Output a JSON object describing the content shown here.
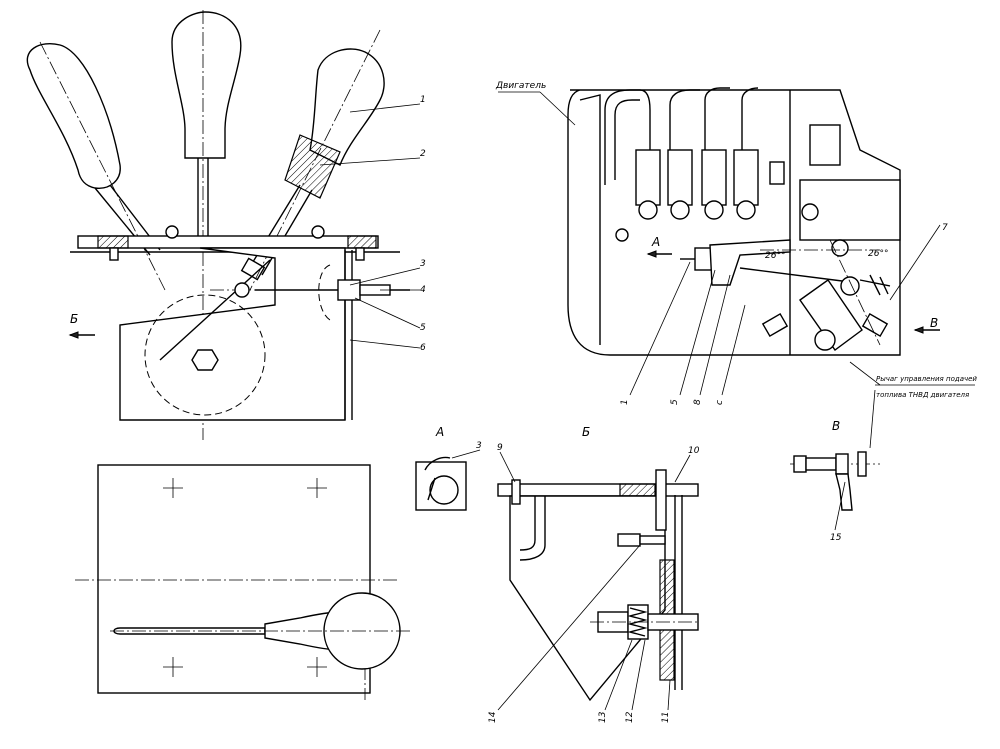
{
  "views": {
    "a": "А",
    "b": "Б",
    "v": "В"
  },
  "annotations": {
    "engine": "Двигатель",
    "lever_caption_line1": "Рычаг управления подачей",
    "lever_caption_line2": "топлива ТНВД двигателя",
    "angle_left": "26°°",
    "angle_right": "26°°"
  },
  "callouts": {
    "c1": "1",
    "c2": "2",
    "c3": "3",
    "c4": "4",
    "c5": "5",
    "c6": "6",
    "c7": "7",
    "c8": "8",
    "c9": "9",
    "c10": "10",
    "c11": "11",
    "c12": "12",
    "c13": "13",
    "c14": "14",
    "c15": "15",
    "cc": "с"
  }
}
